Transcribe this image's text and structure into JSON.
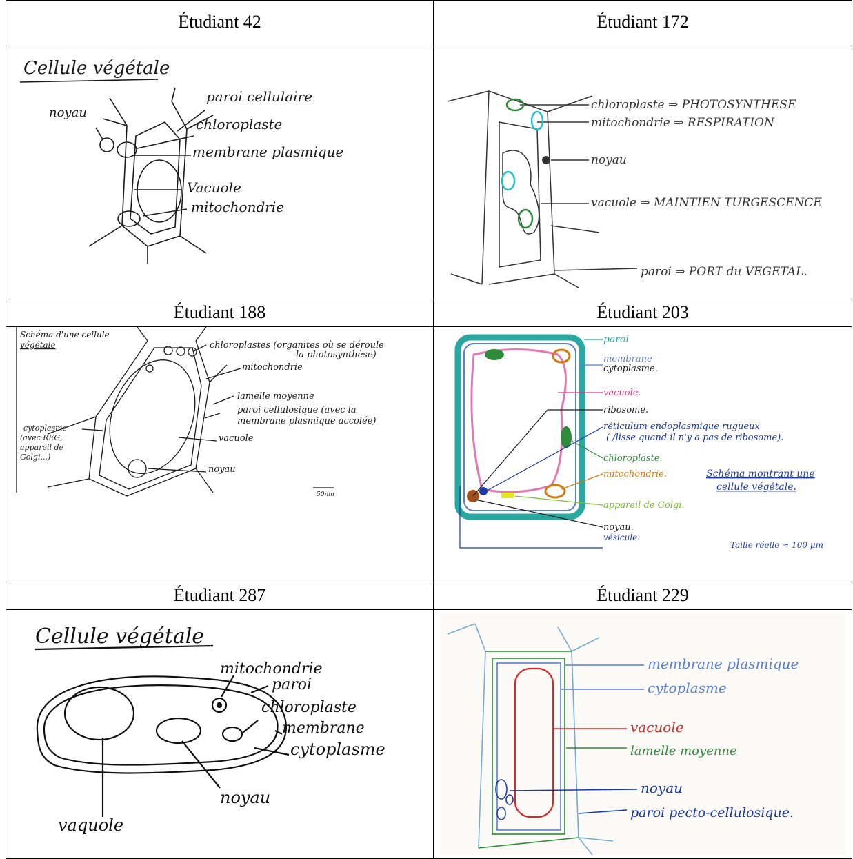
{
  "headers": {
    "s42": "Étudiant 42",
    "s172": "Étudiant 172",
    "s188": "Étudiant 188",
    "s203": "Étudiant 203",
    "s287": "Étudiant 287",
    "s229": "Étudiant 229"
  },
  "d42": {
    "title": "Cellule végétale",
    "noyau": "noyau",
    "paroi": "paroi cellulaire",
    "chloro": "chloroplaste",
    "membrane": "membrane plasmique",
    "vacuole": "Vacuole",
    "mito": "mitochondrie"
  },
  "d172": {
    "chloro": "chloroplaste ⇒ PHOTOSYNTHESE",
    "mito": "mitochondrie ⇒ RESPIRATION",
    "noyau": "noyau",
    "vacuole": "vacuole ⇒ MAINTIEN TURGESCENCE",
    "paroi": "paroi ⇒ PORT du VEGETAL."
  },
  "d188": {
    "title1": "Schéma d'une cellule",
    "title2": "végétale",
    "chloro1": "chloroplastes (organites où se déroule",
    "chloro2": "la photosynthèse)",
    "mito": "mitochondrie",
    "lamelle": "lamelle moyenne",
    "paroi1": "paroi cellulosique (avec la",
    "paroi2": "membrane plasmique accolée)",
    "cyto1": "cytoplasme",
    "cyto2": "(avec REG,",
    "cyto3": "appareil de",
    "cyto4": "Golgi...)",
    "vacuole": "vacuole",
    "noyau": "noyau",
    "scale": "50nm"
  },
  "d203": {
    "paroi": "paroi",
    "membrane": "membrane",
    "cyto": "cytoplasme.",
    "vacuole": "vacuole.",
    "ribosome": "ribosome.",
    "rer1": "réticulum endoplasmique rugueux",
    "rer2": "( /lisse quand il n'y a pas de ribosome).",
    "chloro": "chloroplaste.",
    "mito": "mitochondrie.",
    "golgi": "appareil de Golgi.",
    "noyau": "noyau.",
    "vesicule": "vésicule.",
    "schema1": "Schéma montrant une",
    "schema2": "cellule végétale.",
    "taille": "Taille réelle ≈ 100 μm"
  },
  "d287": {
    "title": "Cellule végétale",
    "mito": "mitochondrie",
    "paroi": "paroi",
    "chloro": "chloroplaste",
    "membrane": "membrane",
    "cyto": "cytoplasme",
    "noyau": "noyau",
    "vacuole": "vaquole"
  },
  "d229": {
    "membrane": "membrane plasmique",
    "cyto": "cytoplasme",
    "vacuole": "vacuole",
    "lamelle": "lamelle moyenne",
    "noyau": "noyau",
    "paroi": "paroi pecto-cellulosique."
  },
  "colors": {
    "ink": "#1a1a1a",
    "blue": "#1b3aa8",
    "teal": "#2aa7a0",
    "pink": "#e0308a",
    "green": "#2e8b3a",
    "orange": "#d07a10",
    "red": "#d22a2a",
    "cyan": "#25c0d0",
    "lightblue": "#5a7fd0"
  }
}
